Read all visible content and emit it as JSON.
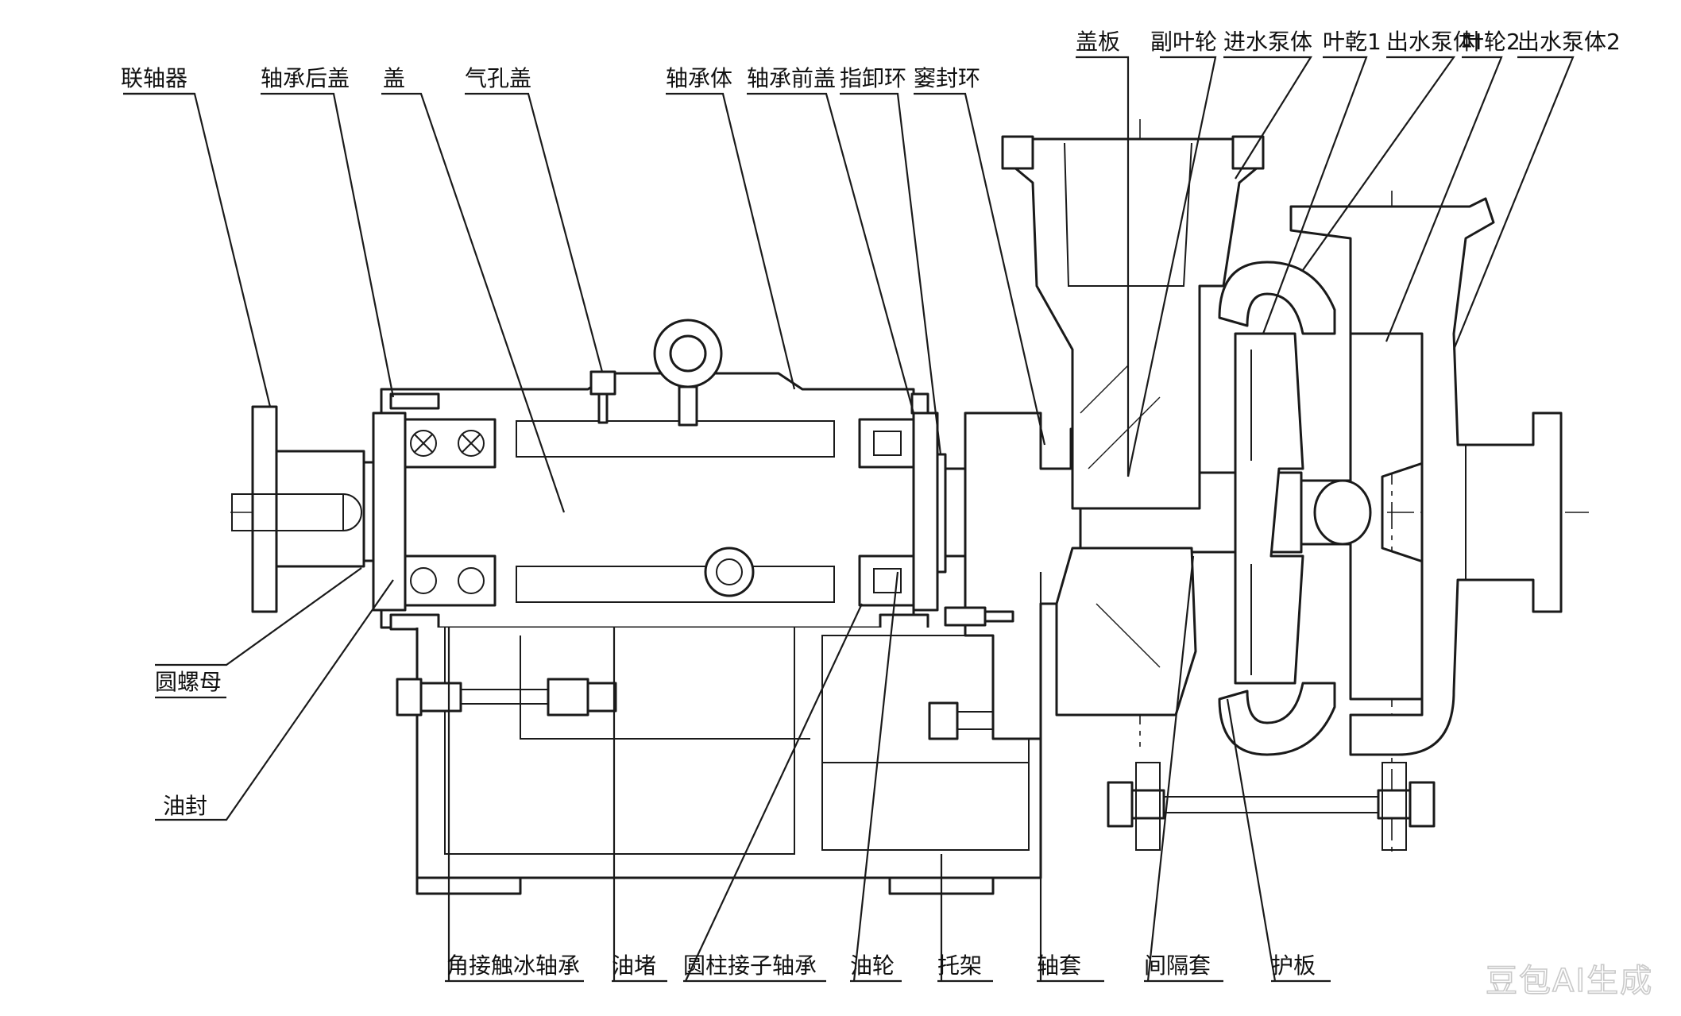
{
  "labels_top": [
    {
      "id": "coupling",
      "text": "联轴器"
    },
    {
      "id": "bearing-rear-cover",
      "text": "轴承后盖"
    },
    {
      "id": "cover",
      "text": "盖"
    },
    {
      "id": "vent-cap",
      "text": "气孔盖"
    },
    {
      "id": "bearing-housing",
      "text": "轴承体"
    },
    {
      "id": "bearing-front-cover",
      "text": "轴承前盖"
    },
    {
      "id": "deflector-ring",
      "text": "指卸环"
    },
    {
      "id": "labyrinth-ring",
      "text": "窭封环"
    },
    {
      "id": "cover-plate",
      "text": "盖板"
    },
    {
      "id": "auxiliary-impeller",
      "text": "副叶轮"
    },
    {
      "id": "inlet-casing",
      "text": "进水泵体"
    },
    {
      "id": "impeller-1",
      "text": "叶乾1"
    },
    {
      "id": "outlet-casing-1",
      "text": "出水泵体I"
    },
    {
      "id": "impeller-2",
      "text": "叶轮2"
    },
    {
      "id": "outlet-casing-2",
      "text": "出水泵体2"
    }
  ],
  "labels_left": [
    {
      "id": "round-nut",
      "text": "圆螺母"
    },
    {
      "id": "oil-seal",
      "text": "油封"
    }
  ],
  "labels_bottom": [
    {
      "id": "angular-contact-bearing",
      "text": "角接触冰轴承"
    },
    {
      "id": "oil-plug",
      "text": "油堵"
    },
    {
      "id": "cylindrical-roller-bearing",
      "text": "圆柱接子轴承"
    },
    {
      "id": "oil-ring",
      "text": "油轮"
    },
    {
      "id": "bracket",
      "text": "托架"
    },
    {
      "id": "shaft-sleeve",
      "text": "轴套"
    },
    {
      "id": "spacer-sleeve",
      "text": "间隔套"
    },
    {
      "id": "guard-plate",
      "text": "护板"
    }
  ],
  "watermark": "豆包AI生成"
}
